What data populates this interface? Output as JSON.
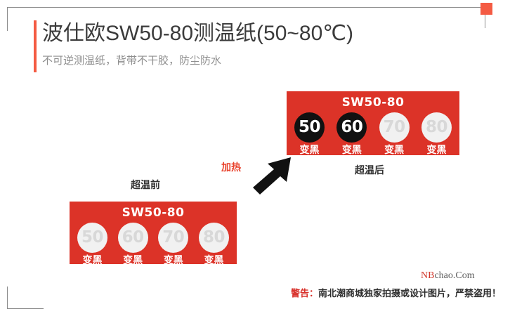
{
  "header": {
    "title": "波仕欧SW50-80测温纸(50~80℃)",
    "subtitle": "不可逆测温纸，背带不干胶，防尘防水",
    "accent_color": "#f45b43"
  },
  "decor": {
    "frame_color": "#8c8c8c",
    "corner_square_color": "#f45b43"
  },
  "stickers": {
    "before": {
      "caption": "超温前",
      "brand": "SW50-80",
      "background_color": "#dc3328",
      "cells": [
        {
          "value": "50",
          "label": "变黑",
          "state": "off"
        },
        {
          "value": "60",
          "label": "变黑",
          "state": "off"
        },
        {
          "value": "70",
          "label": "变黑",
          "state": "off"
        },
        {
          "value": "80",
          "label": "变黑",
          "state": "off"
        }
      ]
    },
    "after": {
      "caption": "超温后",
      "brand": "SW50-80",
      "background_color": "#dc3328",
      "cells": [
        {
          "value": "50",
          "label": "变黑",
          "state": "on"
        },
        {
          "value": "60",
          "label": "变黑",
          "state": "on"
        },
        {
          "value": "70",
          "label": "变黑",
          "state": "off"
        },
        {
          "value": "80",
          "label": "变黑",
          "state": "off"
        }
      ]
    }
  },
  "transition": {
    "label": "加热",
    "label_color": "#e8402a",
    "arrow_color": "#111111",
    "arrow_direction": "up-right"
  },
  "footer": {
    "watermark_red": "NB",
    "watermark_gray": "chao.Com",
    "warning_tag": "警告：",
    "warning_text": "南北潮商城独家拍摄或设计图片，严禁盗用！"
  }
}
